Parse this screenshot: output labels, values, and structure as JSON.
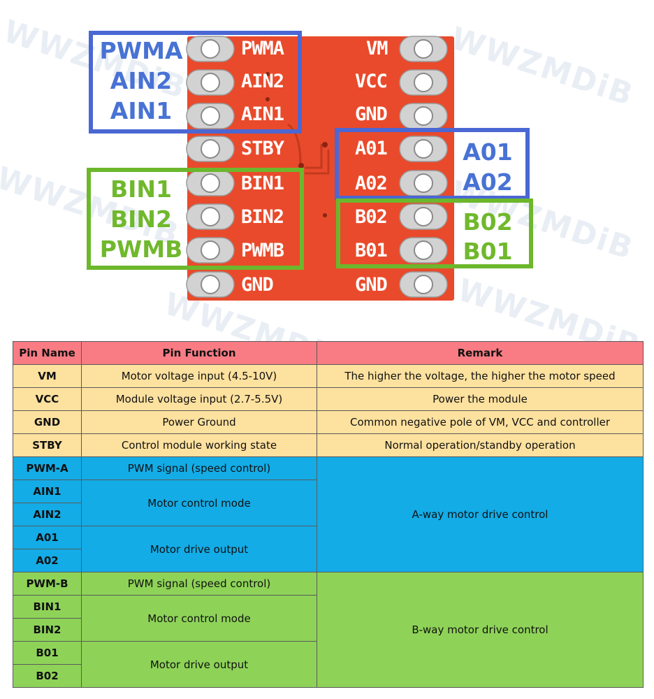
{
  "watermark": "WWZMDiB",
  "board": {
    "left_pins": [
      "PWMA",
      "AIN2",
      "AIN1",
      "STBY",
      "BIN1",
      "BIN2",
      "PWMB",
      "GND"
    ],
    "right_pins": [
      "VM",
      "VCC",
      "GND",
      "A01",
      "A02",
      "B02",
      "B01",
      "GND"
    ],
    "board_color": "#e94a2b",
    "pad_color": "#d2d2d2"
  },
  "callouts": {
    "pwm_a_group": [
      "PWMA",
      "AIN2",
      "AIN1"
    ],
    "pwm_b_group": [
      "BIN1",
      "BIN2",
      "PWMB"
    ],
    "a_out_group": [
      "A01",
      "A02"
    ],
    "b_out_group": [
      "B02",
      "B01"
    ],
    "blue": "#4a67d3",
    "green": "#6cb72c"
  },
  "table": {
    "headers": [
      "Pin Name",
      "Pin Function",
      "Remark"
    ],
    "power_rows": [
      {
        "pin": "VM",
        "function": "Motor voltage input (4.5-10V)",
        "remark": "The higher the voltage, the higher the motor speed"
      },
      {
        "pin": "VCC",
        "function": "Module voltage input (2.7-5.5V)",
        "remark": "Power the module"
      },
      {
        "pin": "GND",
        "function": "Power Ground",
        "remark": "Common negative pole of VM, VCC and controller"
      },
      {
        "pin": "STBY",
        "function": "Control module working state",
        "remark": "Normal operation/standby operation"
      }
    ],
    "a_group": {
      "pins": [
        "PWM-A",
        "AIN1",
        "AIN2",
        "A01",
        "A02"
      ],
      "pwm_function": "PWM signal (speed control)",
      "control_function": "Motor control mode",
      "output_function": "Motor drive output",
      "remark": "A-way motor drive control"
    },
    "b_group": {
      "pins": [
        "PWM-B",
        "BIN1",
        "BIN2",
        "B01",
        "B02"
      ],
      "pwm_function": "PWM signal (speed control)",
      "control_function": "Motor control mode",
      "output_function": "Motor drive output",
      "remark": "B-way motor drive control"
    },
    "colors": {
      "header": "#f97c84",
      "power": "#fde19f",
      "a": "#13ace7",
      "b": "#8ed358"
    }
  }
}
